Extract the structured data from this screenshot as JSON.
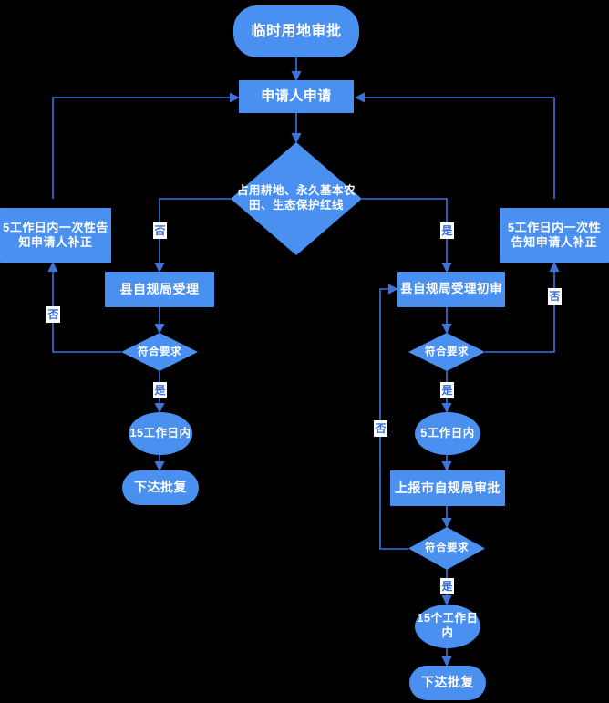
{
  "diagram": {
    "title_node": "临时用地审批",
    "type": "flowchart",
    "theme": {
      "background": "#000000",
      "node_fill": "#4a90f0",
      "node_text": "#ffffff",
      "edge_stroke": "#3f73d8",
      "edge_label_bg": "#ffffff",
      "edge_label_text": "#3a6fd8"
    },
    "nodes": [
      {
        "id": "start",
        "shape": "round",
        "label": "临时用地审批"
      },
      {
        "id": "apply",
        "shape": "rect",
        "label": "申请人申请"
      },
      {
        "id": "decision1",
        "shape": "diamond",
        "label": "占用耕地、永久基本农田、生态保护红线"
      },
      {
        "id": "fix_left",
        "shape": "rect",
        "label": "5工作日内一次性告知申请人补正"
      },
      {
        "id": "fix_right",
        "shape": "rect",
        "label": "5工作日内一次性告知申请人补正"
      },
      {
        "id": "county_accept",
        "shape": "rect",
        "label": "县自规局受理"
      },
      {
        "id": "check_left",
        "shape": "diamond",
        "label": "符合要求"
      },
      {
        "id": "days15_left",
        "shape": "ellipse",
        "label": "15工作日内"
      },
      {
        "id": "reply_left",
        "shape": "round",
        "label": "下达批复"
      },
      {
        "id": "county_first",
        "shape": "rect",
        "label": "县自规局受理初审"
      },
      {
        "id": "check_right",
        "shape": "diamond",
        "label": "符合要求"
      },
      {
        "id": "days5_right",
        "shape": "ellipse",
        "label": "5工作日内"
      },
      {
        "id": "city_report",
        "shape": "rect",
        "label": "上报市自规局审批"
      },
      {
        "id": "check_city",
        "shape": "diamond",
        "label": "符合要求"
      },
      {
        "id": "days15_right",
        "shape": "ellipse",
        "label": "15个工作日内"
      },
      {
        "id": "reply_right",
        "shape": "round",
        "label": "下达批复"
      }
    ],
    "edge_labels": [
      {
        "id": "d1-no",
        "text": "否"
      },
      {
        "id": "d1-yes",
        "text": "是"
      },
      {
        "id": "cl-no",
        "text": "否"
      },
      {
        "id": "cl-yes",
        "text": "是"
      },
      {
        "id": "cr-no",
        "text": "否"
      },
      {
        "id": "cr-yes",
        "text": "是"
      },
      {
        "id": "cc-no",
        "text": "否"
      },
      {
        "id": "cc-yes",
        "text": "是"
      }
    ]
  }
}
